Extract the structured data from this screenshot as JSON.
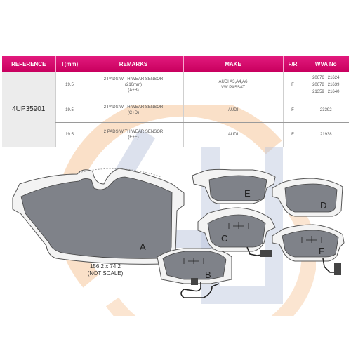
{
  "table": {
    "headers": [
      "REFERENCE",
      "T(mm)",
      "REMARKS",
      "MAKE",
      "F/R",
      "WVA No"
    ],
    "reference": "4UP35901",
    "rows": [
      {
        "thickness": "19.5",
        "remarks": [
          "2 PADS WITH WEAR SENSOR",
          "(210mm)",
          "(A+B)"
        ],
        "make": [
          "AUDI A3,A4,A6",
          "VW PASSAT"
        ],
        "fr": "F",
        "wva": [
          "20676",
          "21624",
          "20678",
          "21639",
          "21359",
          "21640"
        ]
      },
      {
        "thickness": "19.5",
        "remarks": [
          "2 PADS WITH WEAR SENSOR",
          "(C+D)"
        ],
        "make": [
          "AUDI"
        ],
        "fr": "F",
        "wva": [
          "23392"
        ]
      },
      {
        "thickness": "19.5",
        "remarks": [
          "2 PADS WITH WEAR SENSOR",
          "(E+F)"
        ],
        "make": [
          "AUDI"
        ],
        "fr": "F",
        "wva": [
          "21938"
        ]
      }
    ]
  },
  "drawing": {
    "pad_labels": [
      "A",
      "B",
      "C",
      "D",
      "E",
      "F"
    ],
    "dimensions": [
      "156.2 x 74.2",
      "(NOT SCALE)"
    ]
  },
  "colors": {
    "header": "#e21a7d",
    "pad_fill": "#7f8289",
    "watermark_orange": "#f6c69a",
    "watermark_blue": "#b9c3dc"
  }
}
